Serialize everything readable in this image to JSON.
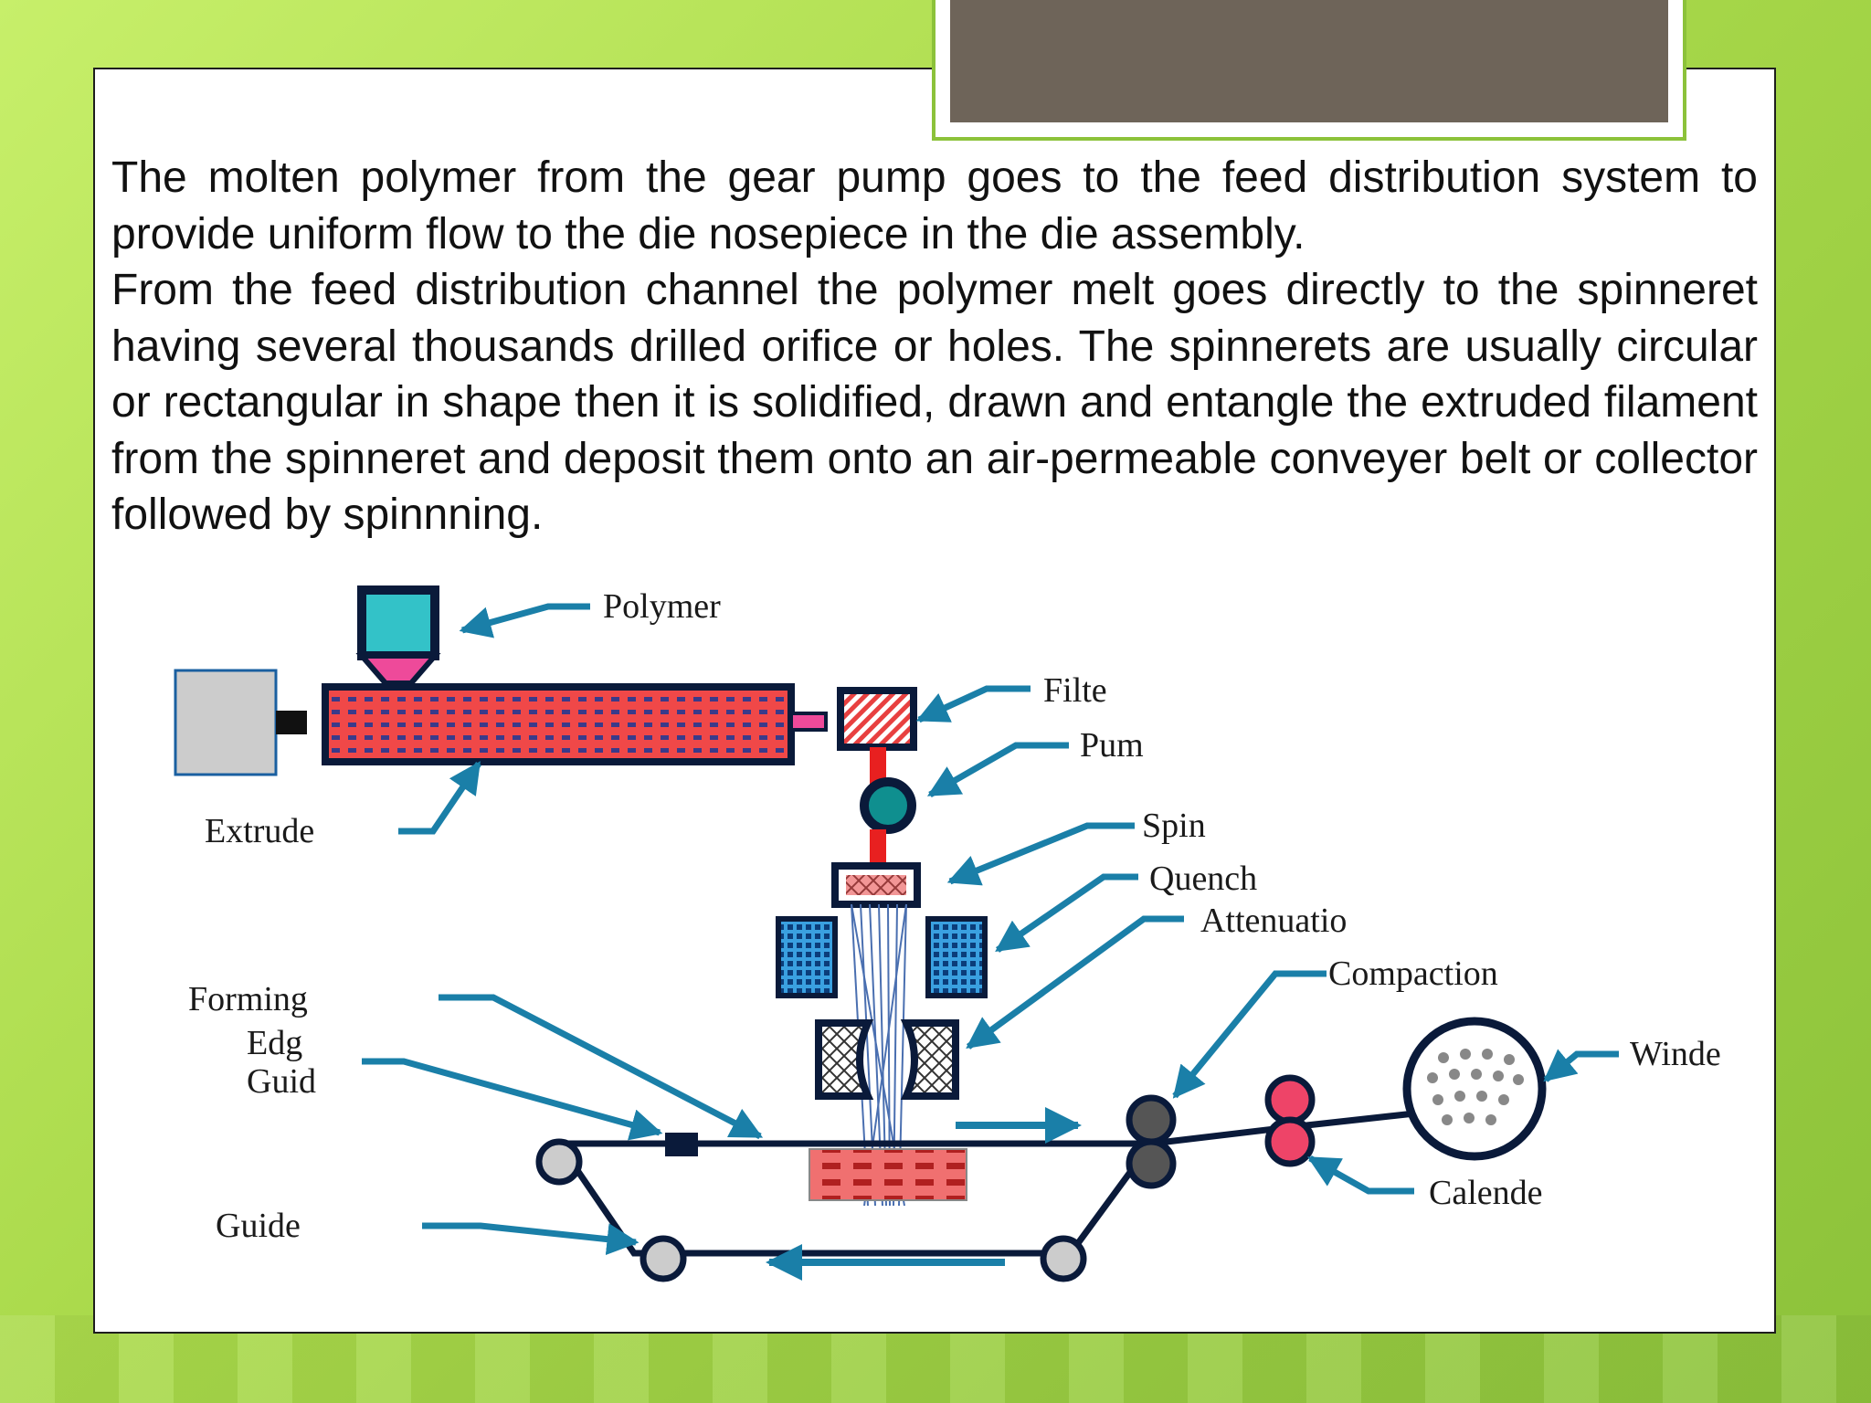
{
  "slide": {
    "paragraphs": [
      "The molten polymer from the gear pump goes to the feed distribution system to provide uniform flow to the die nosepiece in the die assembly.",
      "From the feed distribution channel the polymer melt goes directly to the spinneret having several thousands drilled orifice or holes. The spinnerets are usually circular or rectangular in shape then it is solidified, drawn and entangle the extruded filament from the spinneret and deposit them onto an air-permeable conveyer belt or collector followed by spinnning."
    ]
  },
  "diagram": {
    "labels": {
      "polymer": "Polymer",
      "filter": "Filte",
      "pump": "Pum",
      "extruder": "Extrude",
      "spin": "Spin",
      "quench": "Quench",
      "attenuation": "Attenuatio",
      "compaction": "Compaction",
      "forming": "Forming",
      "edge_1": "Edg",
      "edge_2": "Guid",
      "winder": "Winde",
      "calender": "Calende",
      "guide": "Guide"
    },
    "colors": {
      "outline": "#0a1a3a",
      "hopper": "#33c2c8",
      "barrel": "#f04848",
      "pump": "#0f8f8f",
      "arrow": "#1a7fa8",
      "quench": "#3aa0e0",
      "calender": "#ee4468",
      "roller": "#555555",
      "motor": "#cccccc"
    }
  }
}
